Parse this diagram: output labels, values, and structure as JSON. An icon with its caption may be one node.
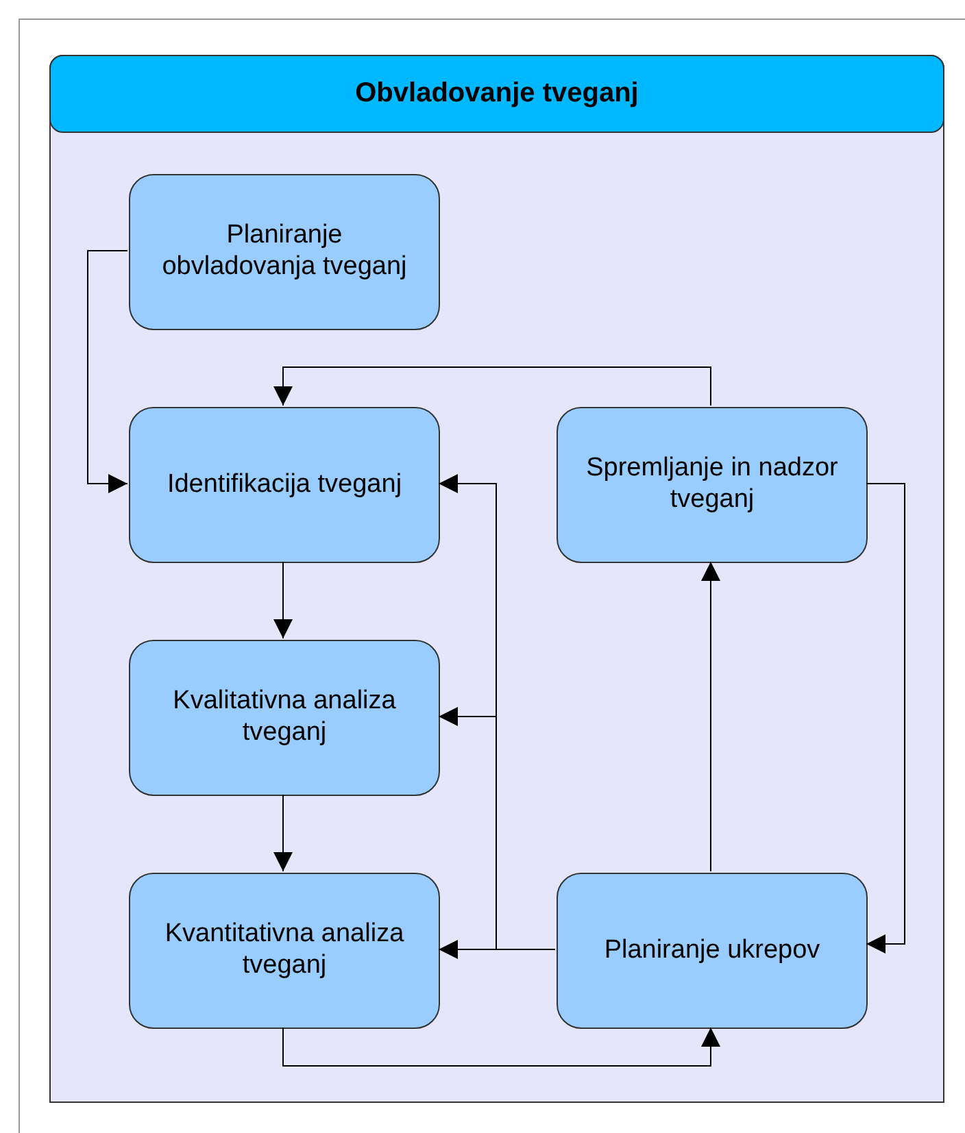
{
  "diagram": {
    "nodes": [
      {
        "text": [
          "Obvladovanje tveganj"
        ]
      },
      {
        "text": [
          "Planiranje obvladovanja tveganj"
        ],
        "in": 0
      },
      {
        "text": [
          "Identifikacija tveganj"
        ],
        "in": 0
      },
      {
        "text": [
          "Spremljanje in nadzor tveganj"
        ],
        "in": 0
      },
      {
        "text": [
          "Kvalitativna analiza tveganj"
        ],
        "in": 0
      },
      {
        "text": [
          "Kvantitativna analiza tveganj"
        ],
        "in": 0
      },
      {
        "text": [
          "Planiranje ukrepov"
        ],
        "in": 0
      }
    ],
    "edges": [
      {
        "from": 1,
        "to": 2,
        "arrow": "to"
      },
      {
        "from": 2,
        "to": 4,
        "arrow": "to"
      },
      {
        "from": 4,
        "to": 5,
        "arrow": "to"
      },
      {
        "from": 5,
        "to": 6,
        "arrow": "to"
      },
      {
        "from": 6,
        "to": 5,
        "arrow": "to"
      },
      {
        "from": 6,
        "to": 4,
        "arrow": "to"
      },
      {
        "from": 6,
        "to": 2,
        "arrow": "to"
      },
      {
        "from": 6,
        "to": 3,
        "arrow": "to"
      },
      {
        "from": 3,
        "to": 2,
        "arrow": "to"
      },
      {
        "from": 3,
        "to": 6,
        "arrow": "to"
      }
    ]
  }
}
